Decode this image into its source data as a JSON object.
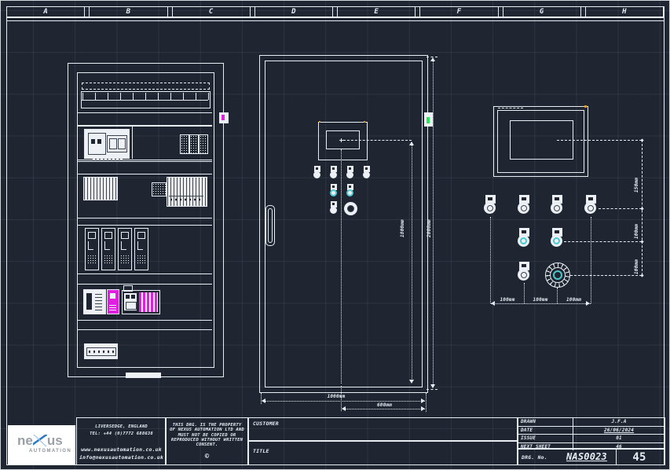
{
  "ruler": {
    "columns": [
      "A",
      "B",
      "C",
      "D",
      "E",
      "F",
      "G",
      "H"
    ]
  },
  "colors": {
    "background": "#1f2631",
    "line": "#e8edf4",
    "magenta": "#e11fe1",
    "teal": "#49c8cf",
    "green": "#27e857",
    "logo_blue": "#2e7cc3"
  },
  "dimensions": {
    "front": {
      "door_height": "1800mm",
      "overall_height": "2000mm",
      "overall_width": "1000mm",
      "door_width": "600mm"
    },
    "door_detail": {
      "hmi_offset": "150mm",
      "row_gap_1": "100mm",
      "row_gap_2": "100mm",
      "col_gaps": [
        "100mm",
        "100mm",
        "100mm"
      ]
    }
  },
  "title_block": {
    "logo": {
      "prefix": "ne",
      "x": "X",
      "suffix": "us",
      "subtitle": "AUTOMATION"
    },
    "contact": {
      "location": "LIVERSEDGE, ENGLAND",
      "tel": "TEL: +44 (0)7772 688638",
      "website": "www.nexusautomation.co.uk",
      "email": "info@nexusautomation.co.uk"
    },
    "disclaimer": {
      "text": "THIS DRG. IS THE PROPERTY OF NEXUS AUTOMATION LTD AND MUST NOT BE COPIED OR REPRODUCED WITHOUT WRITTEN CONSENT.",
      "copyright": "©"
    },
    "customer_label": "CUSTOMER",
    "title_label": "TITLE",
    "meta": {
      "rows": [
        {
          "label": "DRAWN",
          "value": "J.F.A"
        },
        {
          "label": "DATE",
          "value": "26/06/2024"
        },
        {
          "label": "ISSUE",
          "value": "01"
        },
        {
          "label": "NEXT SHEET",
          "value": "46"
        }
      ]
    },
    "drg": {
      "label": "DRG. No.",
      "number": "NAS0023",
      "sheet": "45"
    }
  }
}
